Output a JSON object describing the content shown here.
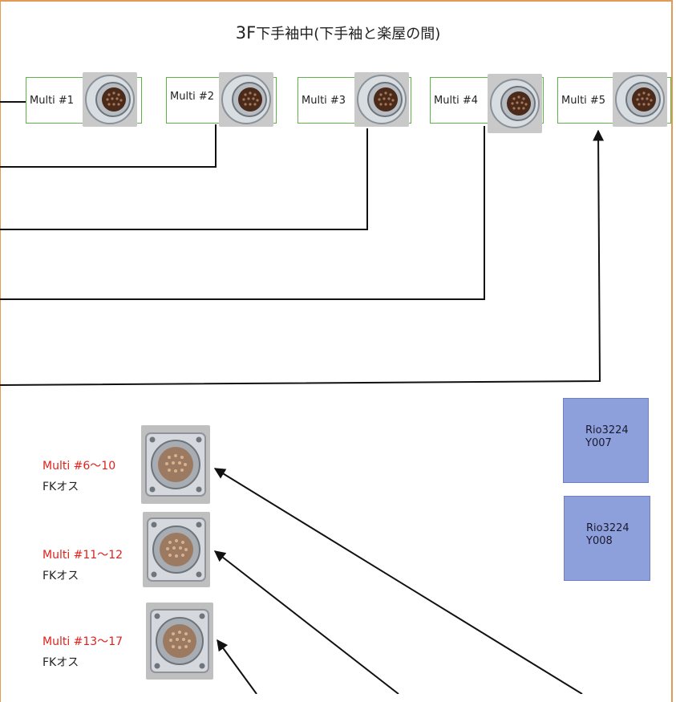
{
  "title": {
    "main": "3F",
    "sub": "下手袖中(下手袖と楽屋の間)"
  },
  "multis": [
    {
      "label": "Multi #1"
    },
    {
      "label": "Multi #2"
    },
    {
      "label": "Multi #3"
    },
    {
      "label": "Multi #4"
    },
    {
      "label": "Multi #5"
    }
  ],
  "fk_groups": [
    {
      "range": "Multi #6～10",
      "type": "FKオス"
    },
    {
      "range": "Multi #11～12",
      "type": "FKオス"
    },
    {
      "range": "Multi #13～17",
      "type": "FKオス"
    }
  ],
  "rio_units": [
    {
      "model": "Rio3224",
      "id": "Y007"
    },
    {
      "model": "Rio3224",
      "id": "Y008"
    }
  ],
  "colors": {
    "frame": "#e39a55",
    "label_border": "#5fb246",
    "rio_fill": "#8ea0dc",
    "red_text": "#e0201b"
  }
}
